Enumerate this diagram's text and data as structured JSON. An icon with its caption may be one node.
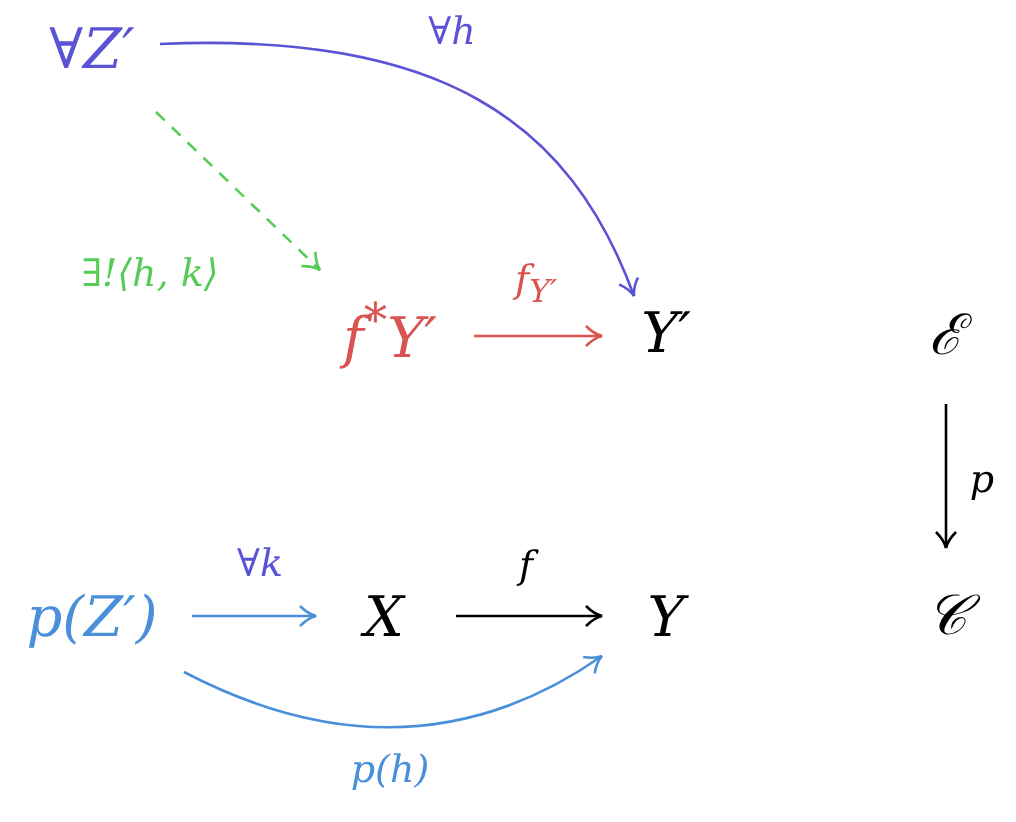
{
  "diagram": {
    "nodes": [
      {
        "text": [
          "∀Z′"
        ]
      },
      {
        "text": [
          "f$^{*}$Y′"
        ]
      },
      {
        "text": [
          "Y′"
        ]
      },
      {
        "text": [
          "ℰ"
        ]
      },
      {
        "text": [
          "p(Z′)"
        ]
      },
      {
        "text": [
          "X"
        ]
      },
      {
        "text": [
          "Y"
        ]
      },
      {
        "text": [
          "𝒞"
        ]
      }
    ],
    "edges": [
      {
        "from": 0,
        "to": 2,
        "arrow": "to",
        "label": "∀h",
        "color": "#5b52d6"
      },
      {
        "from": 0,
        "to": 1,
        "arrow": "to",
        "label": "∃!⟨h, k⟩",
        "style": "dashed",
        "color": "#55cc55"
      },
      {
        "from": 1,
        "to": 2,
        "arrow": "to",
        "label": "f$_{Y′}$",
        "color": "#d9534f"
      },
      {
        "from": 3,
        "to": 7,
        "arrow": "to",
        "label": "p"
      },
      {
        "from": 4,
        "to": 5,
        "arrow": "to",
        "label": "∀k",
        "color": "#4a90d9"
      },
      {
        "from": 5,
        "to": 6,
        "arrow": "to",
        "label": "f"
      },
      {
        "from": 4,
        "to": 6,
        "arrow": "to",
        "label": "p(h)",
        "color": "#4a90d9"
      }
    ]
  }
}
